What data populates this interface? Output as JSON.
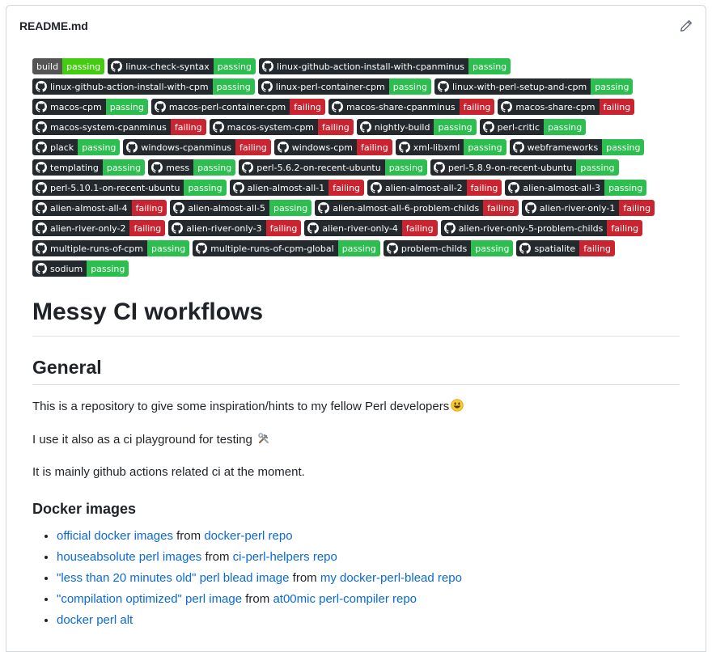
{
  "readme": {
    "title": "README.md",
    "edit_icon": "pencil-icon"
  },
  "badges": [
    {
      "label": "build",
      "status": "passing",
      "style": "build"
    },
    {
      "label": "linux-check-syntax",
      "status": "passing"
    },
    {
      "label": "linux-github-action-install-with-cpanminus",
      "status": "passing"
    },
    {
      "label": "linux-github-action-install-with-cpm",
      "status": "passing"
    },
    {
      "label": "linux-perl-container-cpm",
      "status": "passing"
    },
    {
      "label": "linux-with-perl-setup-and-cpm",
      "status": "passing"
    },
    {
      "label": "macos-cpm",
      "status": "passing"
    },
    {
      "label": "macos-perl-container-cpm",
      "status": "failing"
    },
    {
      "label": "macos-share-cpanminus",
      "status": "failing"
    },
    {
      "label": "macos-share-cpm",
      "status": "failing"
    },
    {
      "label": "macos-system-cpanminus",
      "status": "failing"
    },
    {
      "label": "macos-system-cpm",
      "status": "failing"
    },
    {
      "label": "nightly-build",
      "status": "passing"
    },
    {
      "label": "perl-critic",
      "status": "passing"
    },
    {
      "label": "plack",
      "status": "passing"
    },
    {
      "label": "windows-cpanminus",
      "status": "failing"
    },
    {
      "label": "windows-cpm",
      "status": "failing"
    },
    {
      "label": "xml-libxml",
      "status": "passing"
    },
    {
      "label": "webframeworks",
      "status": "passing"
    },
    {
      "label": "templating",
      "status": "passing"
    },
    {
      "label": "mess",
      "status": "passing"
    },
    {
      "label": "perl-5.6.2-on-recent-ubuntu",
      "status": "passing"
    },
    {
      "label": "perl-5.8.9-on-recent-ubuntu",
      "status": "passing"
    },
    {
      "label": "perl-5.10.1-on-recent-ubuntu",
      "status": "passing"
    },
    {
      "label": "alien-almost-all-1",
      "status": "failing"
    },
    {
      "label": "alien-almost-all-2",
      "status": "failing"
    },
    {
      "label": "alien-almost-all-3",
      "status": "passing"
    },
    {
      "label": "alien-almost-all-4",
      "status": "failing"
    },
    {
      "label": "alien-almost-all-5",
      "status": "passing"
    },
    {
      "label": "alien-almost-all-6-problem-childs",
      "status": "failing"
    },
    {
      "label": "alien-river-only-1",
      "status": "failing"
    },
    {
      "label": "alien-river-only-2",
      "status": "failing"
    },
    {
      "label": "alien-river-only-3",
      "status": "failing"
    },
    {
      "label": "alien-river-only-4",
      "status": "failing"
    },
    {
      "label": "alien-river-only-5-problem-childs",
      "status": "failing"
    },
    {
      "label": "multiple-runs-of-cpm",
      "status": "passing"
    },
    {
      "label": "multiple-runs-of-cpm-global",
      "status": "passing"
    },
    {
      "label": "problem-childs",
      "status": "passing"
    },
    {
      "label": "spatialite",
      "status": "failing"
    },
    {
      "label": "sodium",
      "status": "passing"
    }
  ],
  "content": {
    "h1": "Messy CI workflows",
    "h2_general": "General",
    "p1": "This is a repository to give some inspiration/hints to my fellow Perl developers",
    "p1_emoji": "smiley-emoji",
    "p2": "I use it also as a ci playground for testing",
    "p2_emoji": "hammer-and-wrench-emoji",
    "p3": "It is mainly github actions related ci at the moment.",
    "h3_docker": "Docker images",
    "docker_list": [
      {
        "link1": "official docker images",
        "mid": " from ",
        "link2": "docker-perl repo"
      },
      {
        "link1": "houseabsolute perl images",
        "mid": " from ",
        "link2": "ci-perl-helpers repo"
      },
      {
        "link1": "\"less than 20 minutes old\" perl blead image",
        "mid": " from ",
        "link2": "my docker-perl-blead repo"
      },
      {
        "link1": "\"compilation optimized\" perl image",
        "mid": " from ",
        "link2": "at00mic perl-compiler repo"
      },
      {
        "link1": "docker perl alt",
        "mid": "",
        "link2": ""
      }
    ]
  },
  "colors": {
    "passing": "#2cbe4e",
    "failing": "#cb2431",
    "link": "#0969da",
    "badge_label": "#24292e"
  }
}
